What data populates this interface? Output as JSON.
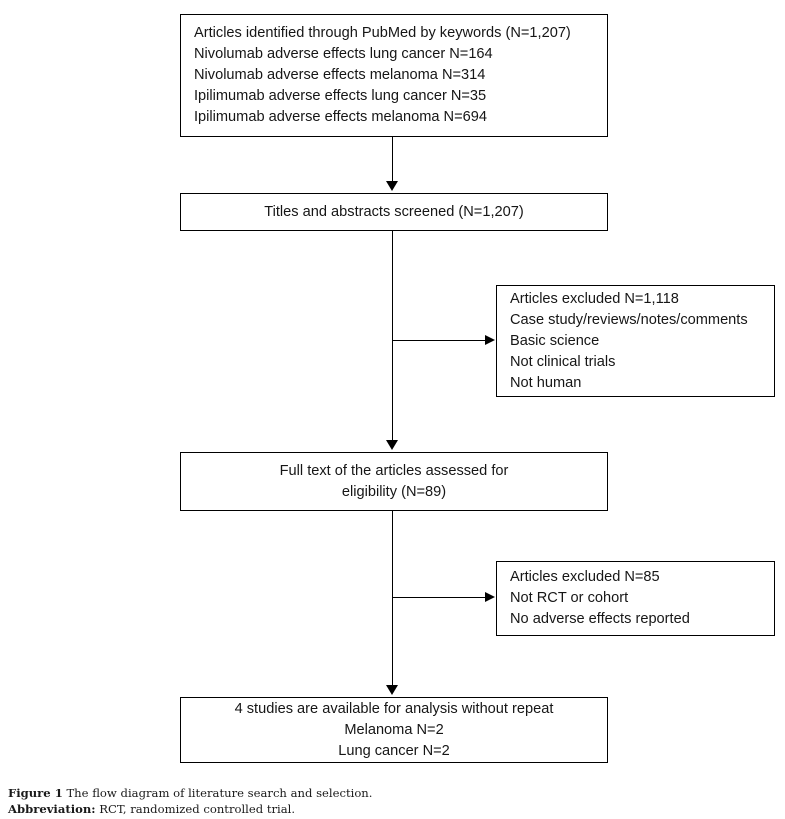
{
  "figure": {
    "caption_label": "Figure 1",
    "caption_text": "The flow diagram of literature search and selection.",
    "abbreviation_label": "Abbreviation:",
    "abbreviation_text": "RCT, randomized controlled trial."
  },
  "diagram": {
    "type": "prisma-flow-diagram",
    "line_color": "#000000",
    "box_fill": "#ffffff",
    "text_color": "#161616",
    "boxes": [
      {
        "id": "identified",
        "align": "left",
        "lines": [
          "Articles identified through PubMed by keywords (N=1,207)",
          "Nivolumab adverse effects lung cancer N=164",
          "Nivolumab adverse effects melanoma N=314",
          "Ipilimumab adverse effects lung cancer N=35",
          "Ipilimumab adverse effects melanoma N=694"
        ]
      },
      {
        "id": "screened",
        "align": "center",
        "lines": [
          "Titles and abstracts screened (N=1,207)"
        ]
      },
      {
        "id": "excluded-1",
        "align": "left",
        "lines": [
          "Articles excluded N=1,118",
          "Case study/reviews/notes/comments",
          "Basic science",
          "Not clinical trials",
          "Not human"
        ]
      },
      {
        "id": "fulltext",
        "align": "center",
        "lines": [
          "Full text of the articles assessed for",
          "eligibility (N=89)"
        ]
      },
      {
        "id": "excluded-2",
        "align": "left",
        "lines": [
          "Articles excluded N=85",
          "Not RCT or cohort",
          "No adverse effects reported"
        ]
      },
      {
        "id": "final",
        "align": "center",
        "lines": [
          "4 studies are available for analysis without repeat",
          "Melanoma N=2",
          "Lung cancer N=2"
        ]
      }
    ]
  }
}
